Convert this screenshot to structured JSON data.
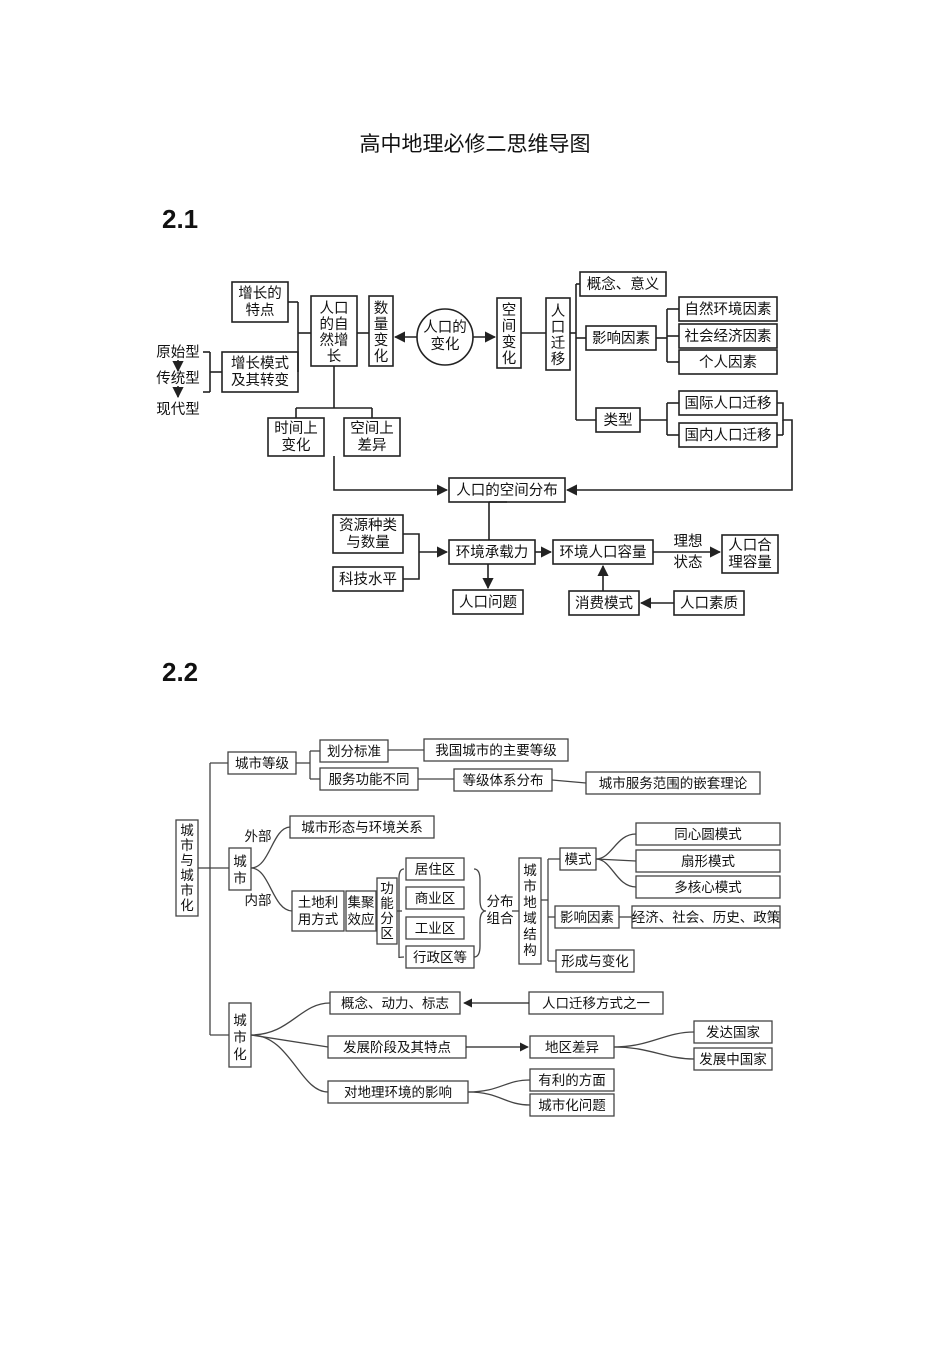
{
  "page": {
    "title": "高中地理必修二思维导图"
  },
  "sections": [
    {
      "heading": "2.1"
    },
    {
      "heading": "2.2"
    }
  ],
  "d1": {
    "pop_change": "人口的变化",
    "number_change": [
      "数",
      "量",
      "变",
      "化"
    ],
    "space_change": [
      "空",
      "间",
      "变",
      "化"
    ],
    "natural_growth": [
      "人口",
      "的自",
      "然增",
      "长"
    ],
    "growth_traits": [
      "增长的",
      "特点"
    ],
    "growth_modes": [
      "增长模式",
      "及其转变"
    ],
    "mode_types": [
      "原始型",
      "传统型",
      "现代型"
    ],
    "time_change": [
      "时间上",
      "变化"
    ],
    "space_diff": [
      "空间上",
      "差异"
    ],
    "migration": [
      "人",
      "口",
      "迁",
      "移"
    ],
    "concept": "概念、意义",
    "factors": "影响因素",
    "factor_items": [
      "自然环境因素",
      "社会经济因素",
      "个人因素"
    ],
    "types": "类型",
    "type_items": [
      "国际人口迁移",
      "国内人口迁移"
    ],
    "distribution": "人口的空间分布",
    "resources": [
      "资源种类",
      "与数量"
    ],
    "tech": "科技水平",
    "carrying": "环境承载力",
    "capacity": "环境人口容量",
    "ideal": [
      "理想",
      "状态"
    ],
    "reasonable": [
      "人口合",
      "理容量"
    ],
    "problem": "人口问题",
    "consumption": "消费模式",
    "quality": "人口素质"
  },
  "d2": {
    "root": [
      "城",
      "市",
      "与",
      "城",
      "市",
      "化"
    ],
    "grade": "城市等级",
    "criteria": "划分标准",
    "main_grades": "我国城市的主要等级",
    "function_diff": "服务功能不同",
    "hierarchy": "等级体系分布",
    "nested": "城市服务范围的嵌套理论",
    "city": [
      "城",
      "市"
    ],
    "outer": "外部",
    "inner": "内部",
    "form": "城市形态与环境关系",
    "land_use": [
      "土地利",
      "用方式"
    ],
    "agglom": [
      "集聚",
      "效应"
    ],
    "func_zone": [
      "功",
      "能",
      "分",
      "区"
    ],
    "zones": [
      "居住区",
      "商业区",
      "工业区",
      "行政区等"
    ],
    "distrib": [
      "分布",
      "组合"
    ],
    "structure": [
      "城",
      "市",
      "地",
      "域",
      "结",
      "构"
    ],
    "models": "模式",
    "model_items": [
      "同心圆模式",
      "扇形模式",
      "多核心模式"
    ],
    "influence": "影响因素",
    "influence_items": "经济、社会、历史、政策",
    "formation": "形成与变化",
    "urbanization": [
      "城",
      "市",
      "化"
    ],
    "concept": "概念、动力、标志",
    "migration_way": "人口迁移方式之一",
    "stages": "发展阶段及其特点",
    "region_diff": "地区差异",
    "developed": "发达国家",
    "developing": "发展中国家",
    "impact": "对地理环境的影响",
    "positive": "有利的方面",
    "problems": "城市化问题"
  }
}
